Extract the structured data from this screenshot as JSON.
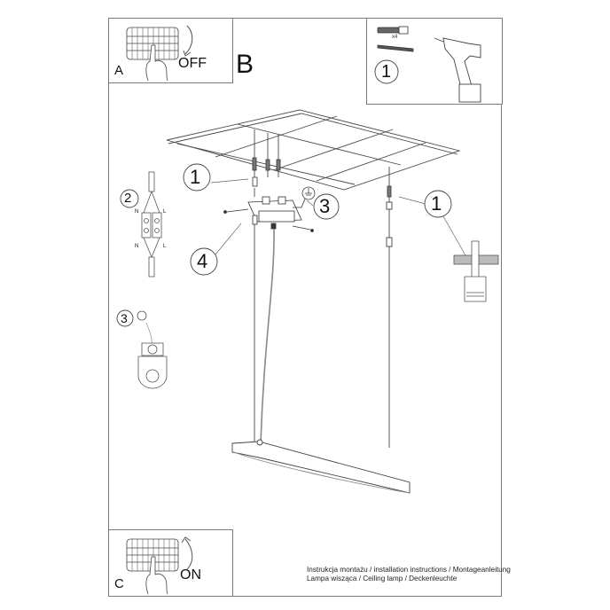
{
  "document": {
    "type": "installation-instructions-sheet",
    "product": "Ceiling lamp"
  },
  "panels": {
    "a": {
      "letter": "A",
      "state": "OFF"
    },
    "b": {
      "letter": "B"
    },
    "c": {
      "letter": "C",
      "state": "ON"
    }
  },
  "tools_box": {
    "quantity_mark": "x4",
    "step_number": "1"
  },
  "callouts": {
    "step1_left": "1",
    "step1_right": "1",
    "step2": "2",
    "step3_main": "3",
    "step3_detail": "3",
    "step4": "4"
  },
  "wiring_detail": {
    "top_left": "N",
    "top_right": "L",
    "bottom_left": "N",
    "bottom_right": "L"
  },
  "caption": {
    "line1": "Instrukcja montażu / installation instructions / Montageanleitung",
    "line2": "Lampa wisząca / Ceiling lamp / Deckenleuchte"
  },
  "colors": {
    "line": "#4a4a4a",
    "frame": "#7a7a7a",
    "hatch": "#9a9a9a"
  }
}
